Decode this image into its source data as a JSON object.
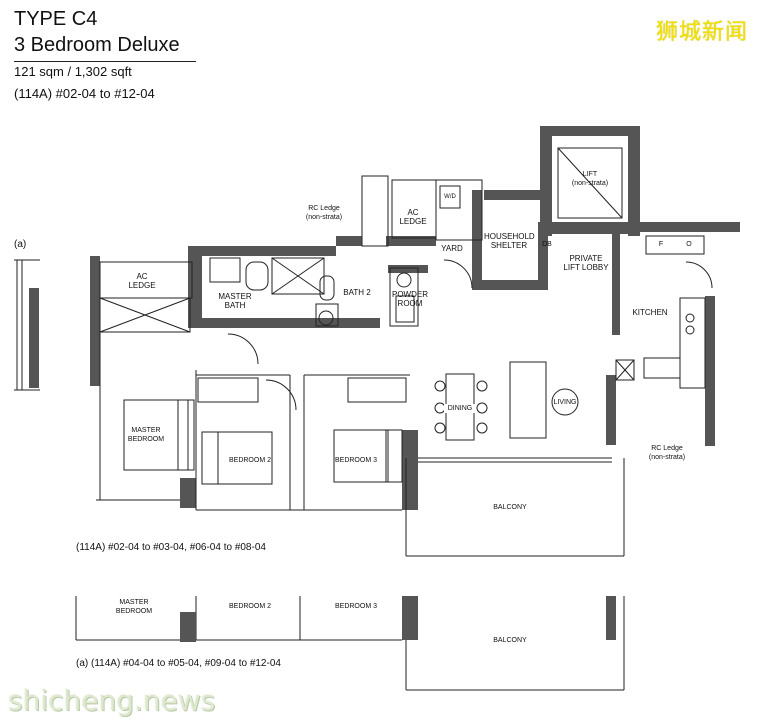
{
  "header": {
    "type": "TYPE C4",
    "name": "3 Bedroom Deluxe",
    "area": "121 sqm / 1,302 sqft",
    "units": "(114A) #02-04 to #12-04"
  },
  "brand": "狮城新闻",
  "watermark": "shicheng.news",
  "variant_marker": "(a)",
  "rooms": {
    "ac_ledge_left": "AC\nLEDGE",
    "master_bath": "MASTER\nBATH",
    "bath2": "BATH 2",
    "powder_room": "POWDER\nROOM",
    "rc_ledge_top": "RC Ledge\n(non-strata)",
    "ac_ledge_top": "AC\nLEDGE",
    "wd": "W/D",
    "yard": "YARD",
    "household_shelter": "HOUSEHOLD\nSHELTER",
    "db": "DB",
    "lift": "LIFT\n(non-strata)",
    "private_lift_lobby": "PRIVATE\nLIFT LOBBY",
    "fridge": "F",
    "oven": "O",
    "kitchen": "KITCHEN",
    "master_bedroom": "MASTER\nBEDROOM",
    "bedroom2": "BEDROOM 2",
    "bedroom3": "BEDROOM 3",
    "dining": "DINING",
    "living": "LIVING",
    "rc_ledge_right": "RC Ledge\n(non-strata)",
    "balcony": "BALCONY"
  },
  "caption_main": "(114A) #02-04 to #03-04, #06-04 to #08-04",
  "variant_rooms": {
    "master_bedroom": "MASTER\nBEDROOM",
    "bedroom2": "BEDROOM 2",
    "bedroom3": "BEDROOM 3",
    "balcony": "BALCONY"
  },
  "caption_variant": "(a) (114A) #04-04 to #05-04, #09-04 to #12-04",
  "colors": {
    "wall": "#555555",
    "line": "#222222",
    "fill": "#ffffff"
  }
}
